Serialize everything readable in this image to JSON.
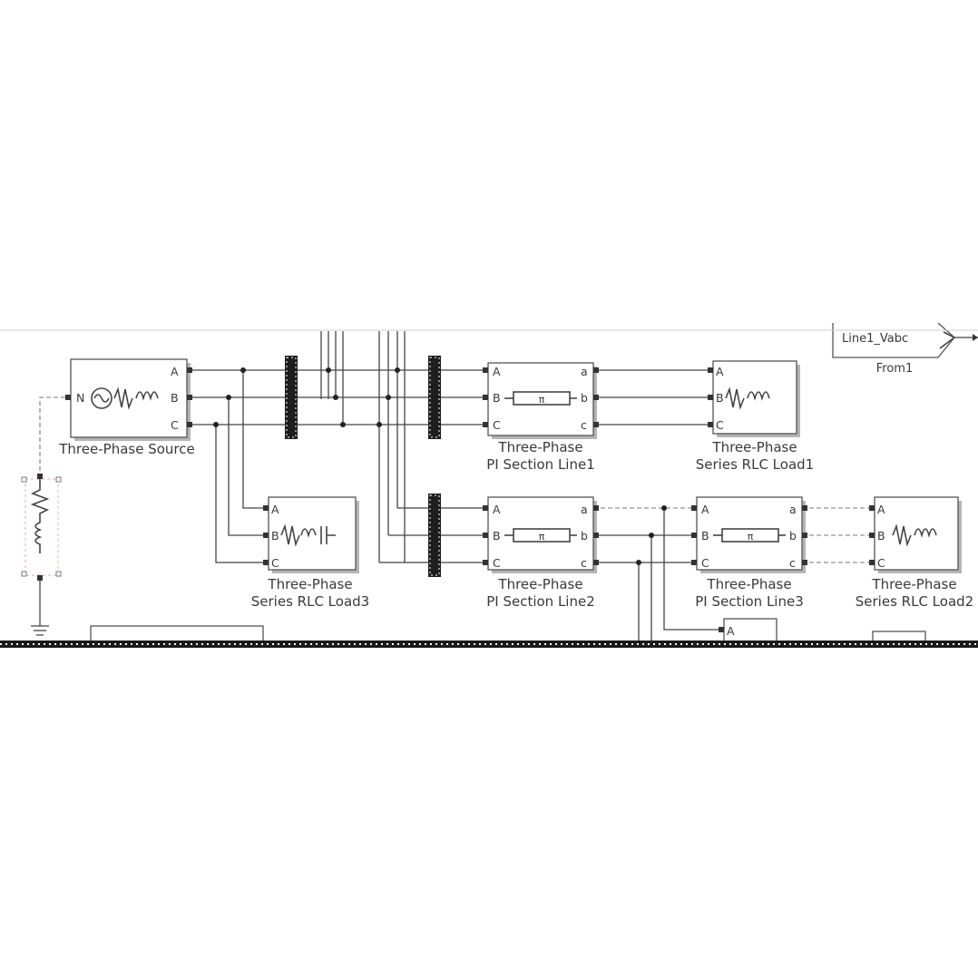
{
  "blocks": {
    "source": {
      "name_line1": "Three-Phase Source",
      "port_a": "A",
      "port_b": "B",
      "port_c": "C",
      "port_n": "N"
    },
    "pi_line1": {
      "name_line1": "Three-Phase",
      "name_line2": "PI Section Line1",
      "in_a": "A",
      "in_b": "B",
      "in_c": "C",
      "out_a": "a",
      "out_b": "b",
      "out_c": "c",
      "symbol": "π"
    },
    "load1": {
      "name_line1": "Three-Phase",
      "name_line2": "Series RLC Load1",
      "in_a": "A",
      "in_b": "B",
      "in_c": "C"
    },
    "load3": {
      "name_line1": "Three-Phase",
      "name_line2": "Series RLC Load3",
      "in_a": "A",
      "in_b": "B",
      "in_c": "C"
    },
    "pi_line2": {
      "name_line1": "Three-Phase",
      "name_line2": "PI Section Line2",
      "in_a": "A",
      "in_b": "B",
      "in_c": "C",
      "out_a": "a",
      "out_b": "b",
      "out_c": "c",
      "symbol": "π"
    },
    "pi_line3": {
      "name_line1": "Three-Phase",
      "name_line2": "PI Section Line3",
      "in_a": "A",
      "in_b": "B",
      "in_c": "C",
      "out_a": "a",
      "out_b": "b",
      "out_c": "c",
      "symbol": "π"
    },
    "load2": {
      "name_line1": "Three-Phase",
      "name_line2": "Series RLC Load2",
      "in_a": "A",
      "in_b": "B",
      "in_c": "C"
    },
    "from1": {
      "tag": "Line1_Vabc",
      "name": "From1"
    },
    "partial_block": {
      "port_a": "A"
    }
  }
}
